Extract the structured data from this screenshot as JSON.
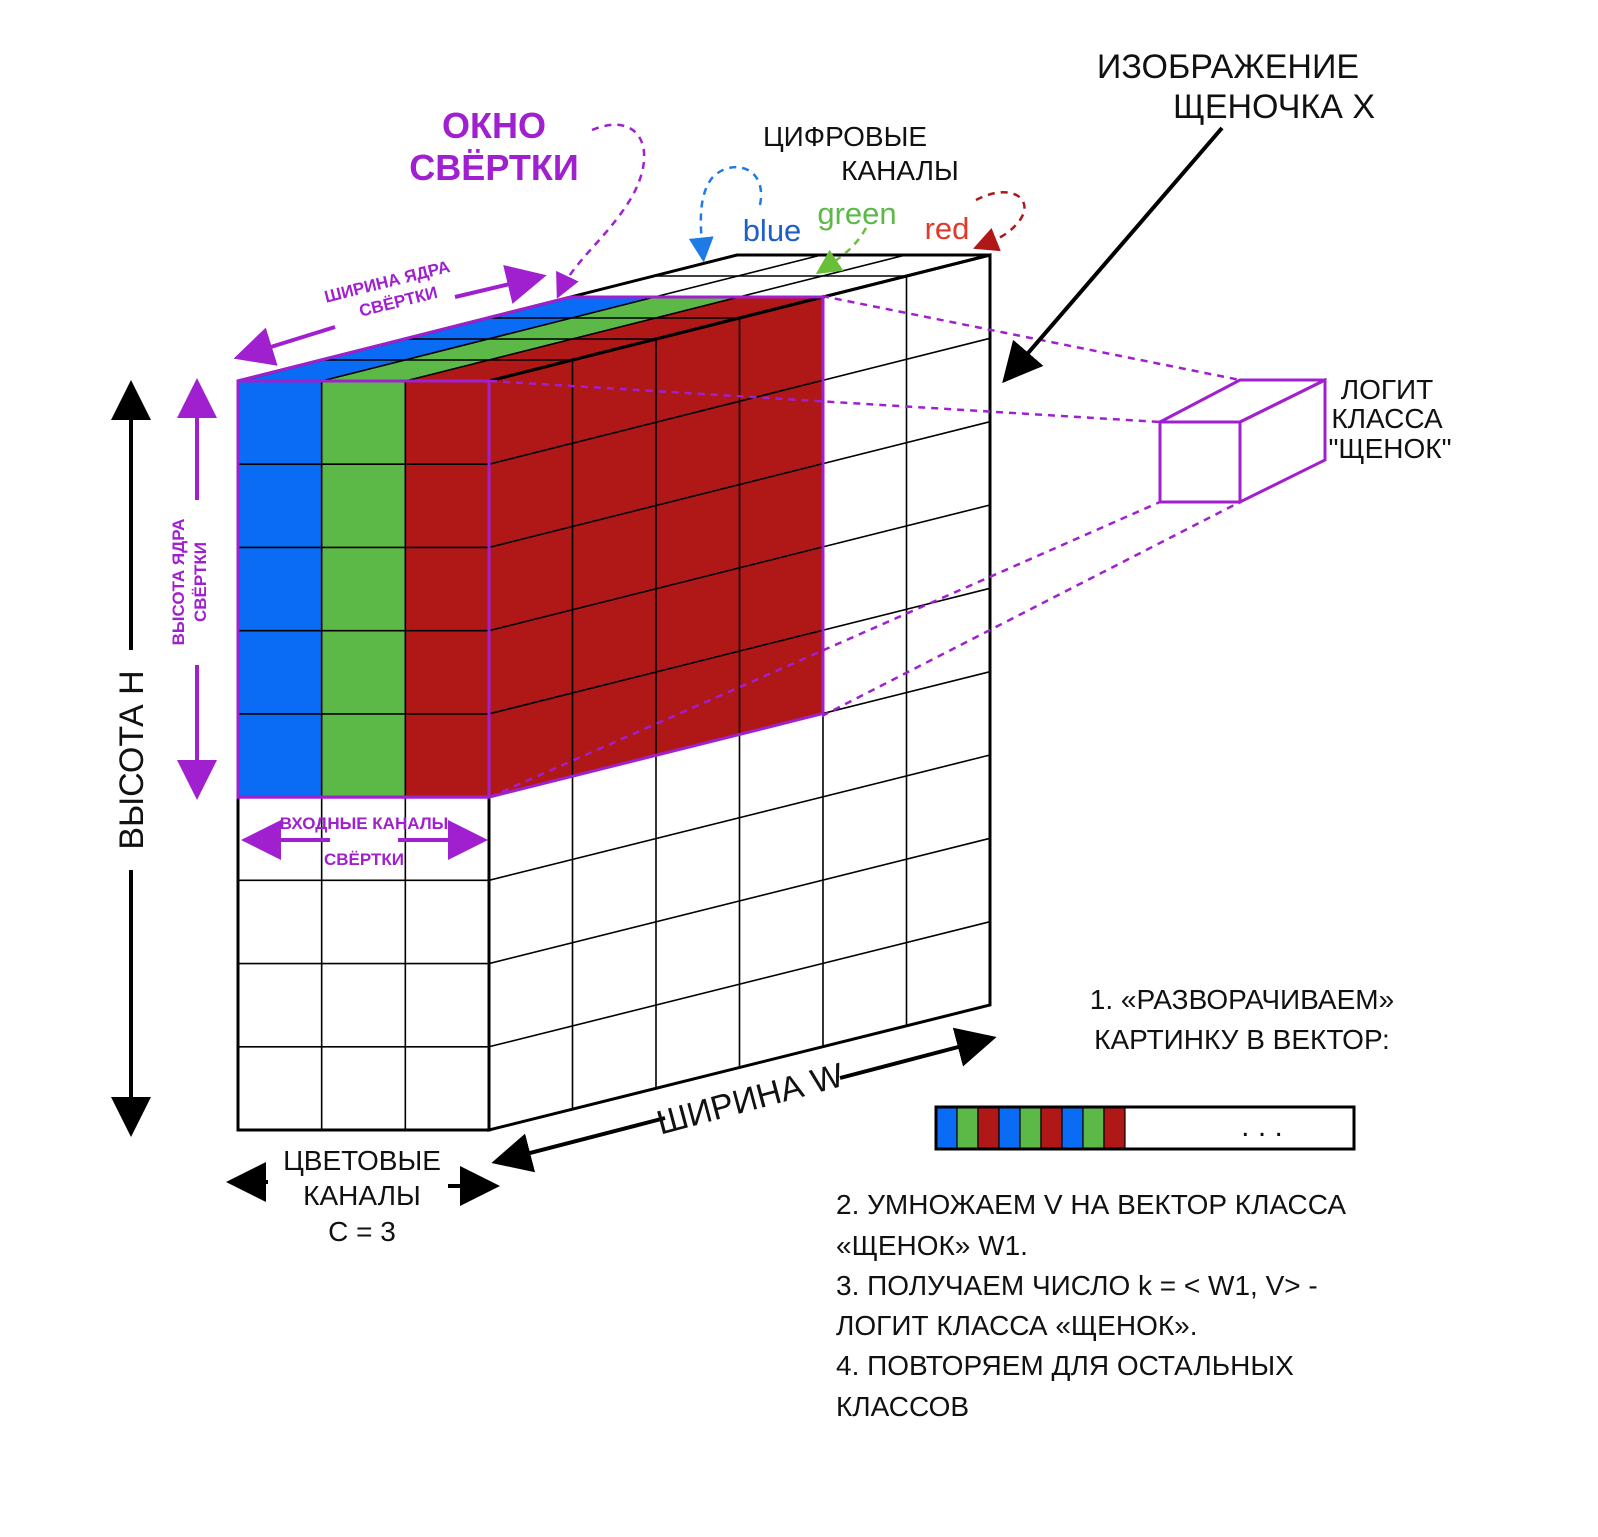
{
  "labels": {
    "conv_window_line1": "ОКНО",
    "conv_window_line2": "СВЁРТКИ",
    "digital_channels_line1": "ЦИФРОВЫЕ",
    "digital_channels_line2": "КАНАЛЫ",
    "channel_blue": "blue",
    "channel_green": "green",
    "channel_red": "red",
    "image_line1": "ИЗОБРАЖЕНИЕ",
    "image_line2": "ЩЕНОЧКА X",
    "kernel_width_line1": "ШИРИНА ЯДРА",
    "kernel_width_line2": "СВЁРТКИ",
    "kernel_height_line1": "ВЫСОТА ЯДРА",
    "kernel_height_line2": "СВЁРТКИ",
    "input_channels_line1": "ВХОДНЫЕ КАНАЛЫ",
    "input_channels_line2": "СВЁРТКИ",
    "height_h": "ВЫСОТА H",
    "width_w": "ШИРИНА W",
    "color_channels_line1": "ЦВЕТОВЫЕ",
    "color_channels_line2": "КАНАЛЫ",
    "color_channels_line3": "C = 3",
    "logit_line1": "ЛОГИТ",
    "logit_line2": "КЛАССА",
    "logit_line3": "\"ЩЕНОК\"",
    "step1_line1": "1. «РАЗВОРАЧИВАЕМ»",
    "step1_line2": "КАРТИНКУ В ВЕКТОР:",
    "vector_ellipsis": ". . .",
    "step2_line1": "2. УМНОЖАЕМ V НА ВЕКТОР КЛАССА",
    "step2_line2": "«ЩЕНОК» W1.",
    "step3_line1": "3. ПОЛУЧАЕМ ЧИСЛО k = < W1, V> -",
    "step3_line2": "ЛОГИТ КЛАССА «ЩЕНОК».",
    "step4_line1": "4. ПОВТОРЯЕМ ДЛЯ ОСТАЛЬНЫХ",
    "step4_line2": "КЛАССОВ"
  },
  "colors": {
    "blue": "#0a6cf5",
    "green": "#5cb947",
    "red": "#b01818",
    "purple": "#a020d0",
    "blue_text": "#1f5fc8",
    "green_text": "#5cb947",
    "red_text": "#e03a2a",
    "blue_dash": "#1e7be6",
    "green_dash": "#6abf3a",
    "red_dash": "#b01818"
  },
  "vector_cells": [
    "blue",
    "green",
    "red",
    "blue",
    "green",
    "red",
    "blue",
    "green",
    "red"
  ]
}
